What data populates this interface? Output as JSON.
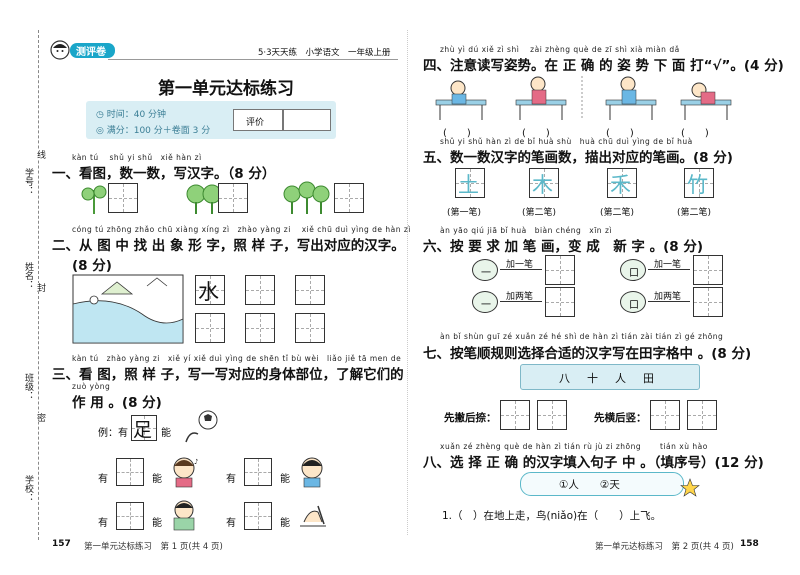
{
  "header": {
    "badge": "测评卷",
    "series": "5·3天天练　小学语文　一年级上册"
  },
  "title": "第一单元达标练习",
  "info": {
    "time": "时间：40 分钟",
    "score": "满分：100 分＋卷面 3 分",
    "eval": "评价"
  },
  "side_labels": {
    "student_no": "学号：",
    "name": "姓名：",
    "class": "班级：",
    "school": "学校：",
    "line": "线",
    "seal": "封",
    "secret": "密"
  },
  "q1": {
    "pinyin": "kàn tú　 shǔ yi shǔ　xiě hàn zì",
    "text": "一、看图，数一数，写汉字。（8 分）"
  },
  "q2": {
    "pinyin": "cóng tú zhōng zhǎo chū xiàng xíng zì　zhào yàng zi　 xiě chū duì yìng de hàn zì",
    "text": "二、从 图 中 找 出 象 形 字，照 样 子，写出对应的汉字。",
    "score": "(8 分)",
    "example": "水"
  },
  "q3": {
    "pinyin": "kàn tú　zhào yàng zi　xiě yí xiě duì yìng de shēn tǐ bù wèi　liǎo jiě tā men de",
    "text": "三、看 图，照 样 子，写一写对应的身体部位，了解它们的",
    "pinyin2": "zuò yòng",
    "text2": "作 用 。(8 分)",
    "ex_prefix": "例：有",
    "ex_char": "足",
    "ex_suffix": "能",
    "have": "有",
    "can": "能"
  },
  "q4": {
    "pinyin": "zhù yì dú xiě zì shì　 zài zhèng què de zī shì xià miàn dǎ",
    "text": "四、注意读写姿势。在 正 确 的 姿 势 下 面 打“√”。(4 分)",
    "paren": "(　　)"
  },
  "q5": {
    "pinyin": "shǔ yi shǔ hàn zì de bǐ huà shù　huà chū duì yìng de bǐ huà",
    "text": "五、数一数汉字的笔画数，描出对应的笔画。(8 分)",
    "chars": [
      "土",
      "木",
      "禾",
      "竹"
    ],
    "labels": [
      "(第一笔)",
      "(第二笔)",
      "(第二笔)",
      "(第二笔)"
    ]
  },
  "q6": {
    "pinyin": "àn yāo qiú jiā bǐ huà　biàn chéng　xīn zì",
    "text": "六、按 要 求 加 笔 画，变 成　新 字 。(8 分)",
    "rows": [
      {
        "char": "一",
        "op": "加一笔"
      },
      {
        "char": "口",
        "op": "加一笔"
      },
      {
        "char": "一",
        "op": "加两笔"
      },
      {
        "char": "口",
        "op": "加两笔"
      }
    ]
  },
  "q7": {
    "pinyin": "àn bǐ shùn guī zé xuǎn zé hé shì de hàn zì tián zài tián zì gé zhōng",
    "text": "七、按笔顺规则选择合适的汉字写在田字格中 。(8 分)",
    "chars": "八　十　人　田",
    "l1": "先撇后捺：",
    "l2": "先横后竖："
  },
  "q8": {
    "pinyin": "xuǎn zé zhèng què de hàn zì tián rù jù zi zhōng　　 tián xù hào",
    "text": "八、选 择 正 确 的汉字填入句子 中 。（填序号）(12 分)",
    "options": "①人　　②天",
    "sentence": "1.（　）在地上走，鸟(niǎo)在（　　）上飞。"
  },
  "footer": {
    "left_page": "157",
    "left_text": "第一单元达标练习　第 1 页(共 4 页)",
    "right_text": "第一单元达标练习　第 2 页(共 4 页)",
    "right_page": "158"
  }
}
